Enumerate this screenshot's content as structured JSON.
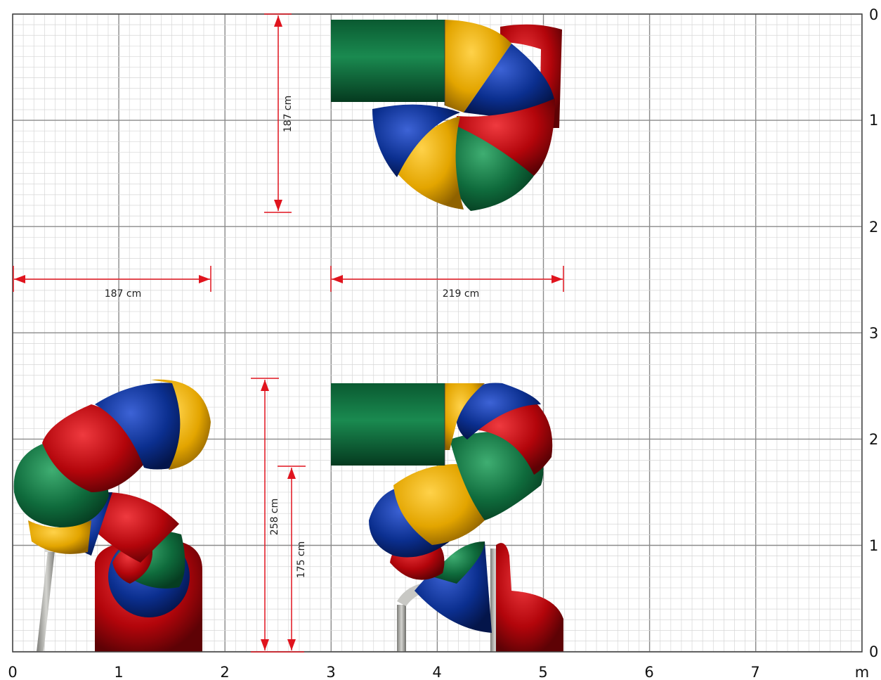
{
  "drawing": {
    "description_units": "m",
    "x_axis": {
      "ticks": [
        "0",
        "1",
        "2",
        "3",
        "4",
        "5",
        "6",
        "7"
      ],
      "unit_label": "m"
    },
    "y_axis_right_top": {
      "ticks": [
        "0",
        "1",
        "2",
        "3"
      ]
    },
    "y_axis_right_bottom": {
      "ticks": [
        "2",
        "1",
        "0"
      ]
    },
    "dimensions": {
      "top_view_height": "187 cm",
      "side_width_left": "187 cm",
      "front_width": "219 cm",
      "total_height": "258 cm",
      "platform_height": "175 cm"
    },
    "colors": {
      "dimension_line": "#e0141e",
      "green": "#0f6b3c",
      "yellow": "#e3a500",
      "blue": "#0b2f8f",
      "red": "#b3050b",
      "grid_major": "#8a8a8a",
      "grid_minor": "#d6d6d6",
      "pole": "#9a9a96"
    }
  }
}
